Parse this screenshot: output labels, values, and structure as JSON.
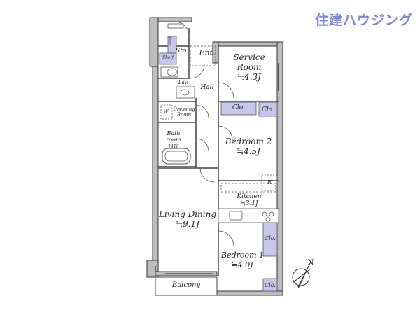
{
  "brand": {
    "name": "住建ハウジング",
    "color": "#7b86d6"
  },
  "colors": {
    "wall": "#bdbdbd",
    "closet": "#c9c6ec",
    "line": "#333333"
  },
  "rooms": {
    "service_room": {
      "name_1": "Service",
      "name_2": "Room",
      "size": "≒4.3J"
    },
    "bedroom2": {
      "name": "Bedroom 2",
      "size": "≒4.5J"
    },
    "bedroom1": {
      "name": "Bedroom 1",
      "size": "≒4.0J"
    },
    "living_dining": {
      "name": "Living Dining",
      "size": "≒9.1J"
    },
    "kitchen": {
      "name": "Kitchen",
      "size": "≒3.1J"
    },
    "bathroom": {
      "name_1": "Bath",
      "name_2": "room",
      "size": "1418"
    },
    "dressing_room": {
      "name_1": "Dressing",
      "name_2": "Room"
    }
  },
  "labels": {
    "entrance": "Ent.",
    "storage": "Sto.",
    "hall": "Hall",
    "lav": "Lav.",
    "w": "W",
    "shelf_1": "Shelf",
    "shelf_2": "Shelf",
    "balcony": "Balcony",
    "closet_1": "Clo.",
    "closet_2": "Clo.",
    "closet_3": "Clo.",
    "closet_4": "Clo.",
    "refrigerator": "R"
  },
  "compass": {
    "label": "N",
    "icon": "north-arrow-icon"
  }
}
